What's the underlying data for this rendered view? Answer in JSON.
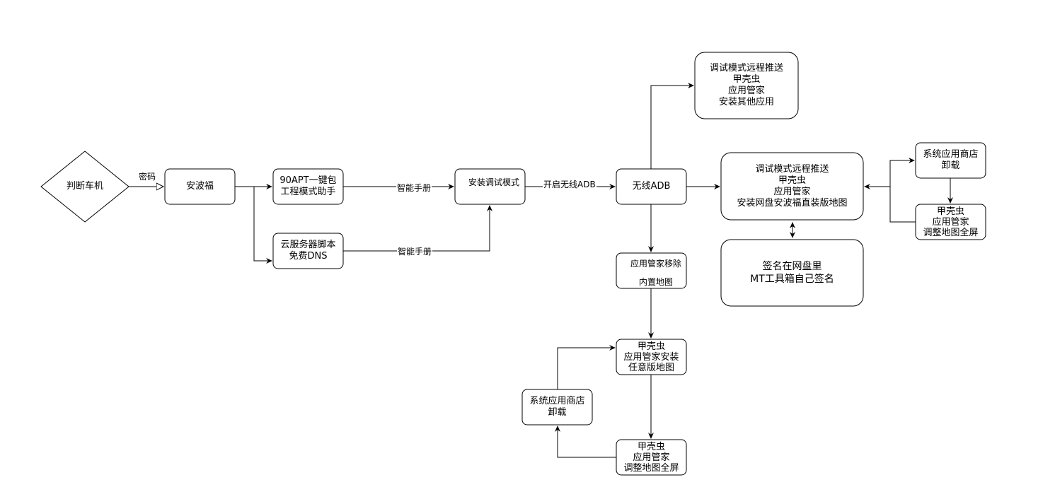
{
  "nodes": {
    "judge": "判断车机",
    "anbofu": "安波福",
    "apt": "90APT一键包\n工程模式助手",
    "cloud": "云服务器脚本\n免费DNS",
    "debug": "安装调试模式",
    "adb": "无线ADB",
    "push1": "调试模式远程推送\n甲壳虫\n应用管家\n安装其他应用",
    "push2": "调试模式远程推送\n甲壳虫\n应用管家\n安装网盘安波福直装版地图",
    "sign": "签名在网盘里\nMT工具箱自己签名",
    "store_right": "系统应用商店\n卸载",
    "fullscreen_right": "甲壳虫\n应用管家\n调整地图全屏",
    "remove": "应用管家移除\n内置地图",
    "install_any": "甲壳虫\n应用管家安装\n任意版地图",
    "store_left": "系统应用商店\n卸载",
    "fullscreen_bottom": "甲壳虫\n应用管家\n调整地图全屏"
  },
  "edges": {
    "password": "密码",
    "manual1": "智能手册",
    "manual2": "智能手册",
    "open_adb": "开启无线ADB"
  }
}
